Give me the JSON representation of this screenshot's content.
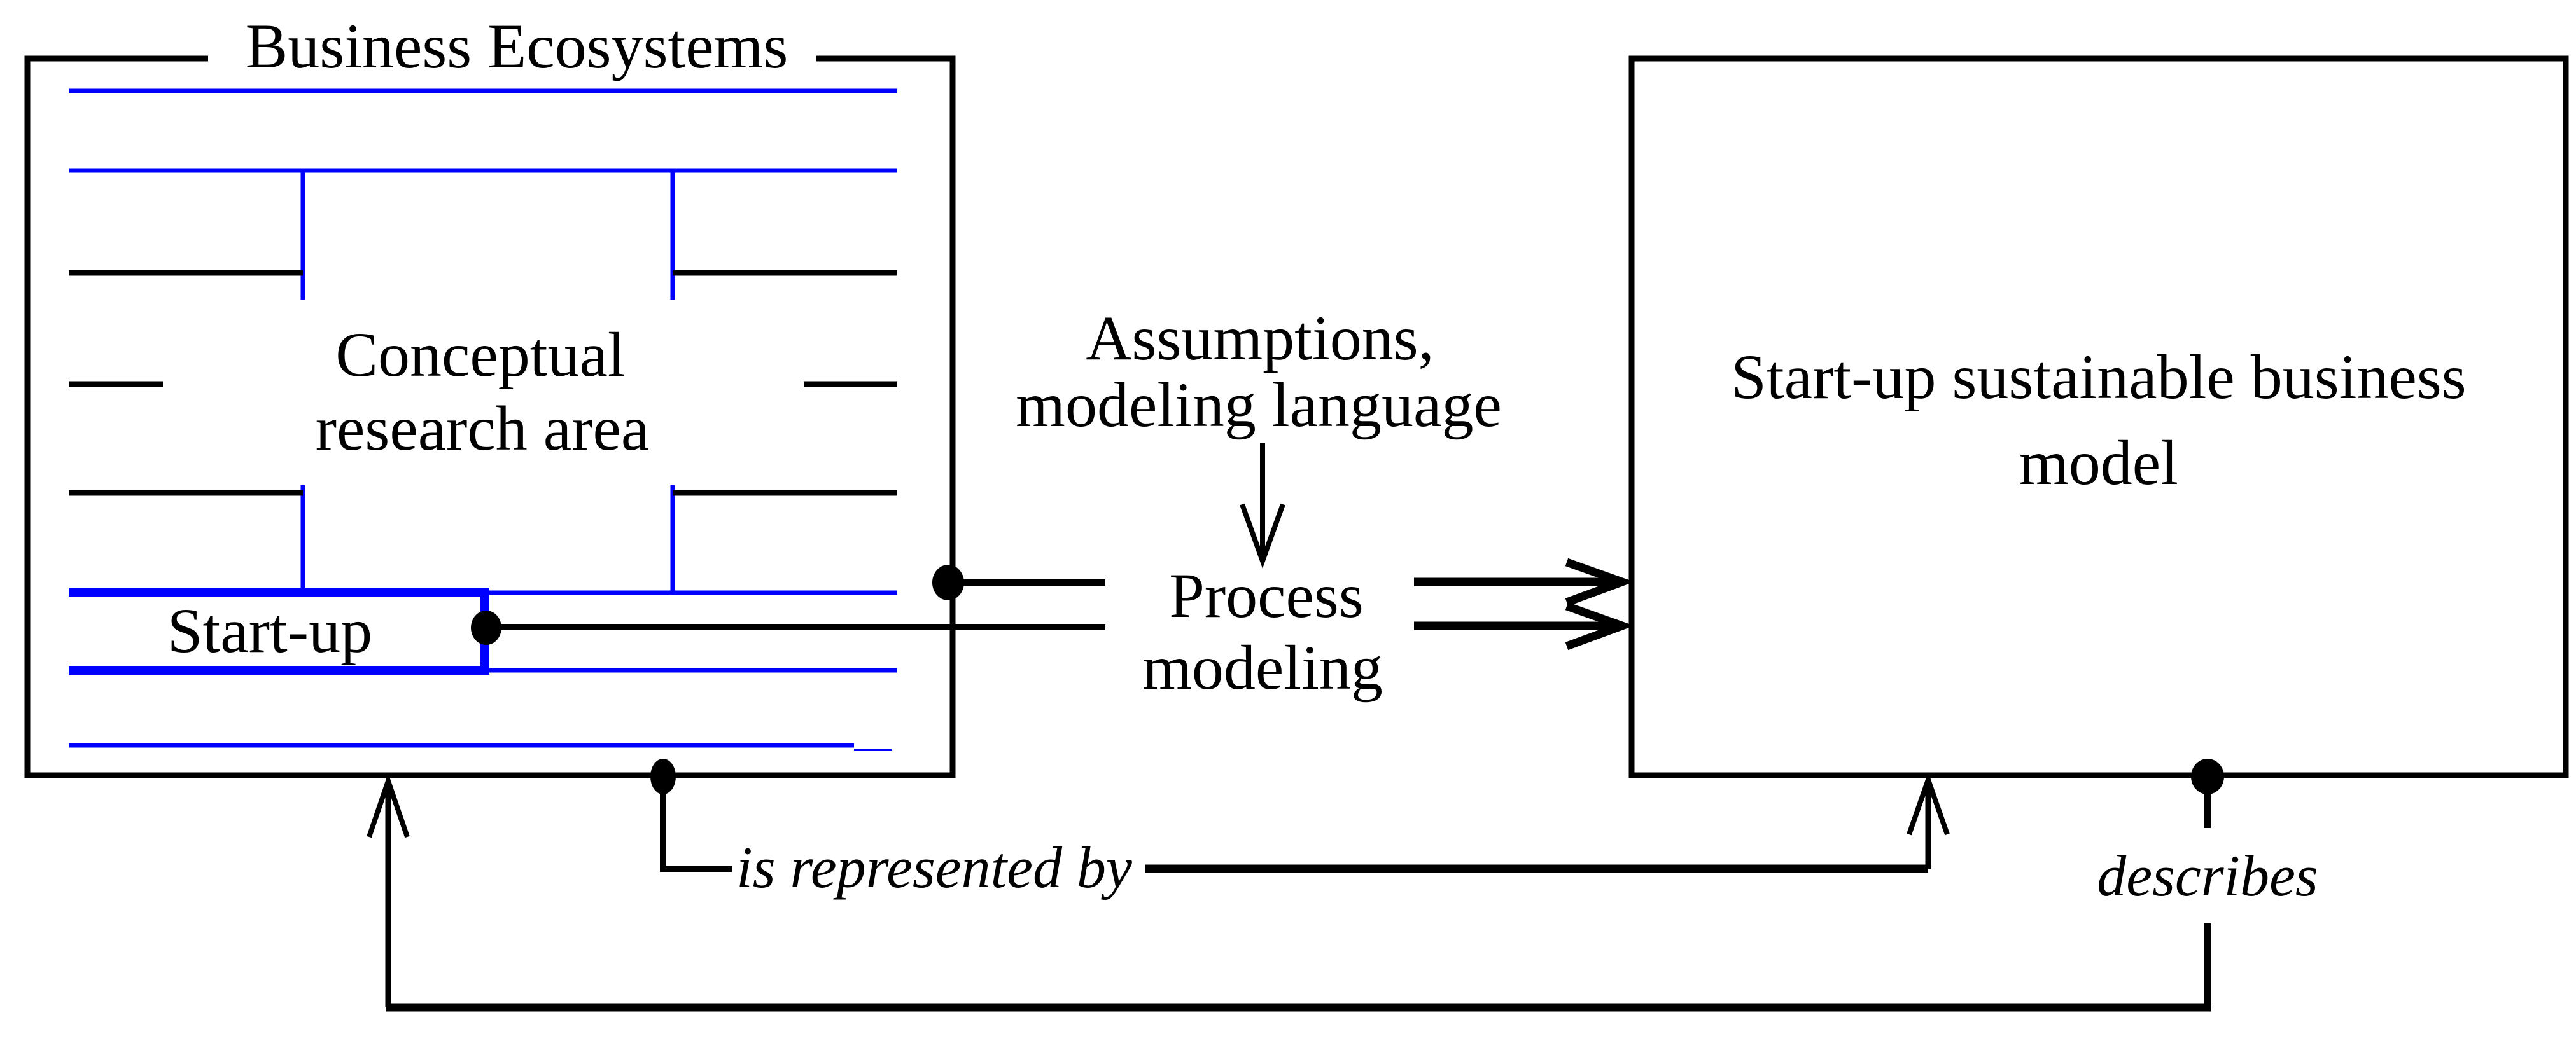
{
  "diagram": {
    "left_box": {
      "title": "Business Ecosystems",
      "center_label_line1": "Conceptual",
      "center_label_line2": "research area",
      "startup_label": "Start-up"
    },
    "middle": {
      "input_label_line1": "Assumptions,",
      "input_label_line2": "modeling language",
      "process_label_line1": "Process",
      "process_label_line2": "modeling"
    },
    "right_box": {
      "label_line1": "Start-up sustainable business",
      "label_line2": "model"
    },
    "edges": {
      "is_represented_by_label": "is represented by",
      "describes_label": "describes"
    },
    "colors": {
      "line_black": "#000000",
      "highlight_blue": "#0000ff",
      "background": "#ffffff"
    }
  }
}
